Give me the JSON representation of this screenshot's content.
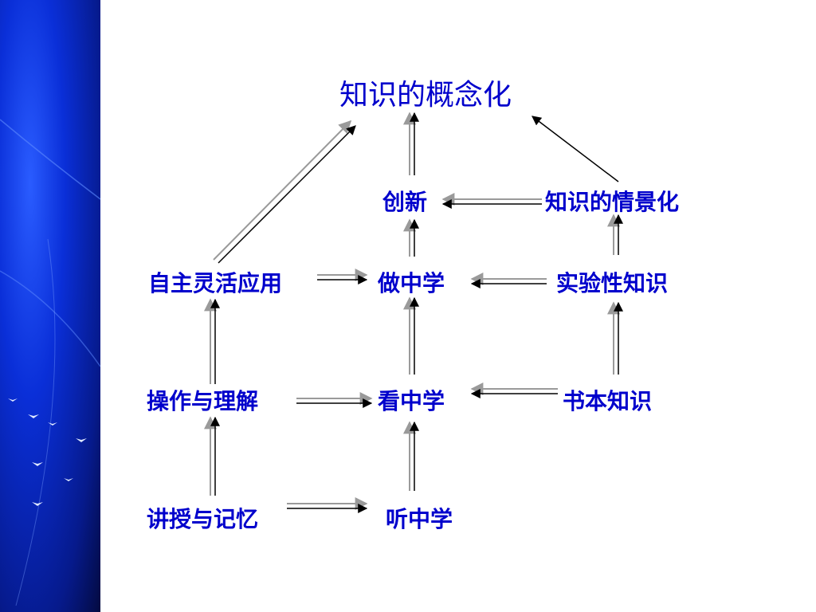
{
  "nodes": {
    "concept": "知识的概念化",
    "innovation": "创新",
    "situational": "知识的情景化",
    "autonomous": "自主灵活应用",
    "learn_by_doing": "做中学",
    "experimental": "实验性知识",
    "operate_understand": "操作与理解",
    "learn_by_seeing": "看中学",
    "book_knowledge": "书本知识",
    "lecture_memory": "讲授与记忆",
    "learn_by_listening": "听中学"
  },
  "colors": {
    "text": "#0000cc",
    "arrow": "#000000",
    "arrow_shadow": "#9a9a9a",
    "side_panel": "#0a2fd8"
  }
}
